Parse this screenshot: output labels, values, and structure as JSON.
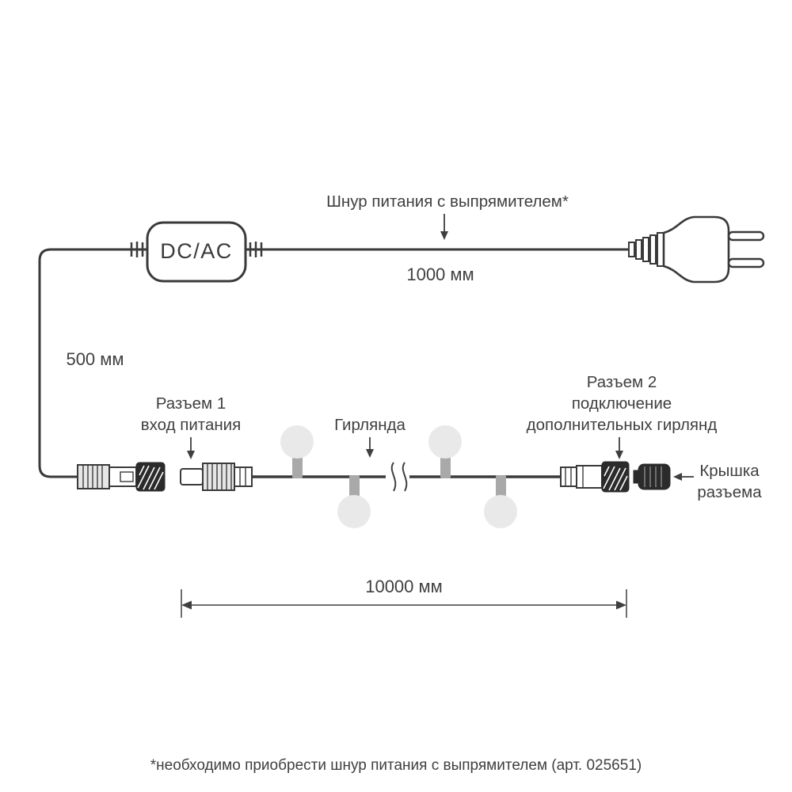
{
  "diagram": {
    "dcac_label": "DC/AC",
    "top_label": "Шнур питания с выпрямителем*",
    "top_length": "1000 мм",
    "left_length": "500 мм",
    "connector1": {
      "lines": [
        "Разъем 1",
        "вход питания"
      ]
    },
    "garland_label": "Гирлянда",
    "connector2": {
      "lines": [
        "Разъем 2",
        "подключение",
        "дополнительных гирлянд"
      ]
    },
    "cap": {
      "lines": [
        "Крышка",
        "разъема"
      ]
    },
    "bottom_length": "10000 мм",
    "footnote": "*необходимо приобрести шнур питания с выпрямителем (арт. 025651)"
  },
  "colors": {
    "line": "#3a3a3a",
    "text": "#3f3f3f",
    "dark_part": "#2b2b2b",
    "bulb": "#e9e9e9",
    "socket": "#a9a9a9",
    "ribbed_fill": "#e6e6e6",
    "background": "#ffffff"
  }
}
